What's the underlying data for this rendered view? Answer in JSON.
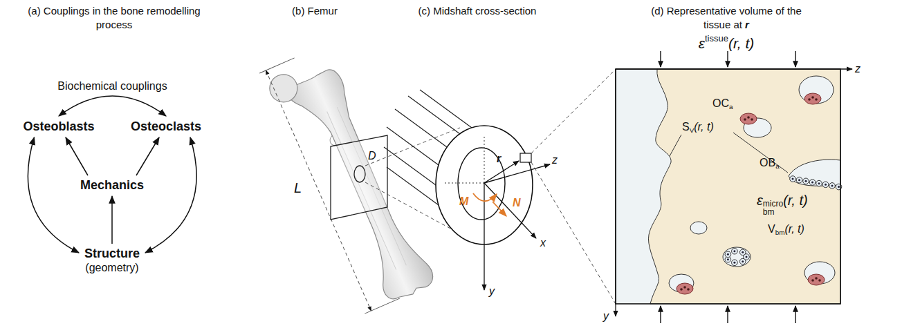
{
  "diagram": {
    "nodes": [
      {
        "text": [
          "Osteoblasts"
        ]
      },
      {
        "text": [
          "Osteoclasts"
        ]
      },
      {
        "text": [
          "Mechanics"
        ]
      },
      {
        "text": [
          "Structure",
          "(geometry)"
        ]
      }
    ],
    "edges": [
      {
        "from": 0,
        "to": 1,
        "arrow": "both",
        "label": "Biochemical couplings"
      },
      {
        "from": 2,
        "to": 0,
        "arrow": "to"
      },
      {
        "from": 2,
        "to": 1,
        "arrow": "to"
      },
      {
        "from": 3,
        "to": 2,
        "arrow": "to"
      },
      {
        "from": 0,
        "to": 3,
        "arrow": "both"
      },
      {
        "from": 1,
        "to": 3,
        "arrow": "both"
      }
    ],
    "labels": [
      "(a) Couplings in the bone remodelling process",
      "(b) Femur",
      "L",
      "D",
      "(c) Midshaft cross-section",
      "r",
      "z",
      "M",
      "N",
      "x",
      "y",
      "(d) Representative volume of the tissue at",
      "r",
      "ε",
      "tissue",
      "(r, t)",
      "z",
      "y",
      "OC",
      "a",
      "S",
      "V",
      "(r, t)",
      "OB",
      "a",
      "ε",
      "micro",
      "bm",
      "(r, t)",
      "V",
      "bm",
      "(r, t)"
    ]
  }
}
